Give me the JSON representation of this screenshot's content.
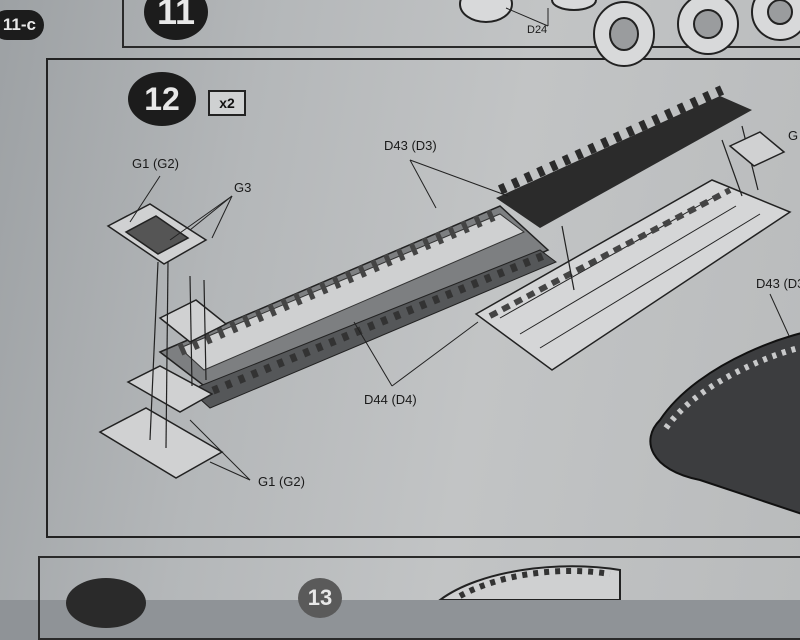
{
  "previous_step": {
    "badge": "11",
    "side_tab": "11-c",
    "part_label": "D24"
  },
  "current_step": {
    "badge": "12",
    "multiplier": "x2",
    "parts": {
      "top_track": "D43 (D3)",
      "bottom_track": "D44 (D4)",
      "link_top_left": "G1 (G2)",
      "link_bottom_left": "G1 (G2)",
      "guide_teeth": "G3",
      "right_track": "D43 (D3",
      "right_link": "G"
    }
  },
  "next_step": {
    "badge": "13"
  },
  "colors": {
    "ink": "#1c1c1c",
    "paper": "#c2c4c5",
    "track_dark": "#3a3a3a",
    "track_mid": "#8a8c8e",
    "track_light": "#d6d7d8"
  }
}
